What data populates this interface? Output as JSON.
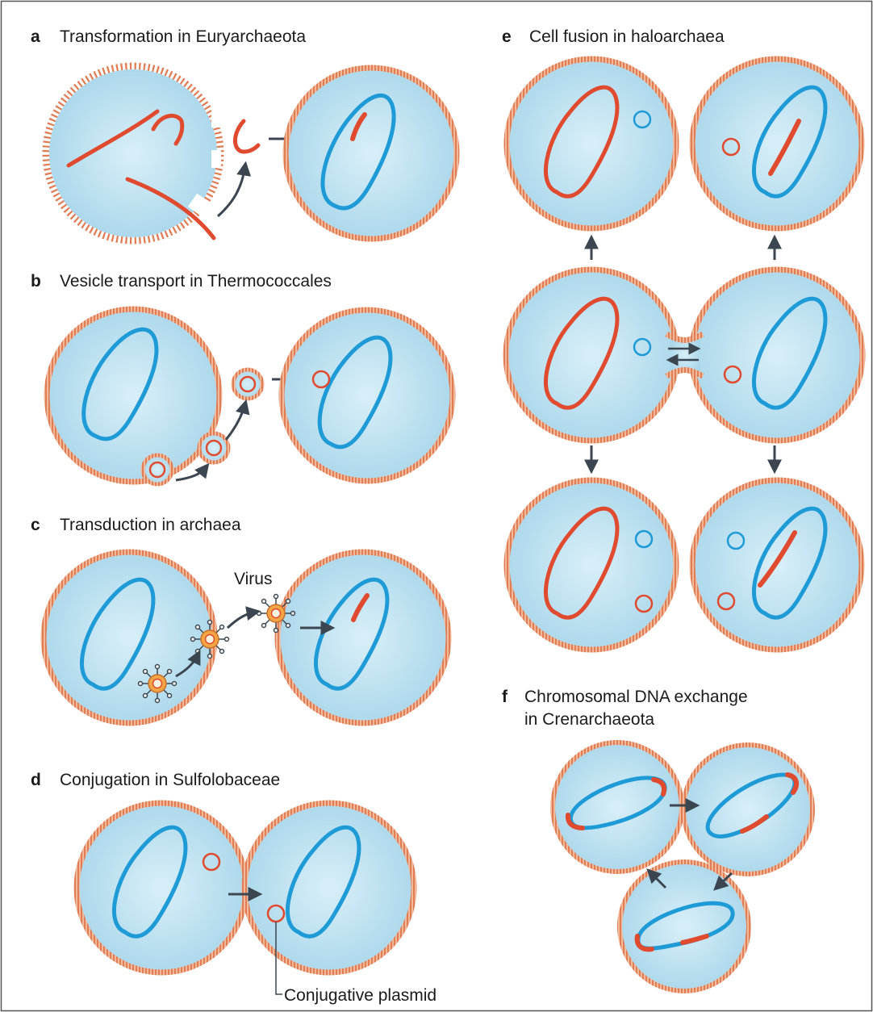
{
  "colors": {
    "cell_fill": "#b3dcec",
    "cell_fill_center": "#d6eef7",
    "membrane": "#e6926b",
    "chromosome_blue": "#1e9bd7",
    "dna_red": "#e04a2f",
    "arrow": "#3c4650",
    "virus": "#f0a040",
    "frame": "#555555"
  },
  "panels": {
    "a": {
      "letter": "a",
      "title": "Transformation in Euryarchaeota"
    },
    "b": {
      "letter": "b",
      "title": "Vesicle transport in Thermococcales"
    },
    "c": {
      "letter": "c",
      "title": "Transduction in archaea",
      "virus_label": "Virus"
    },
    "d": {
      "letter": "d",
      "title": "Conjugation in Sulfolobaceae",
      "plasmid_label": "Conjugative plasmid"
    },
    "e": {
      "letter": "e",
      "title": "Cell fusion in haloarchaea"
    },
    "f": {
      "letter": "f",
      "title_line1": "Chromosomal DNA exchange",
      "title_line2": "in Crenarchaeota"
    }
  }
}
